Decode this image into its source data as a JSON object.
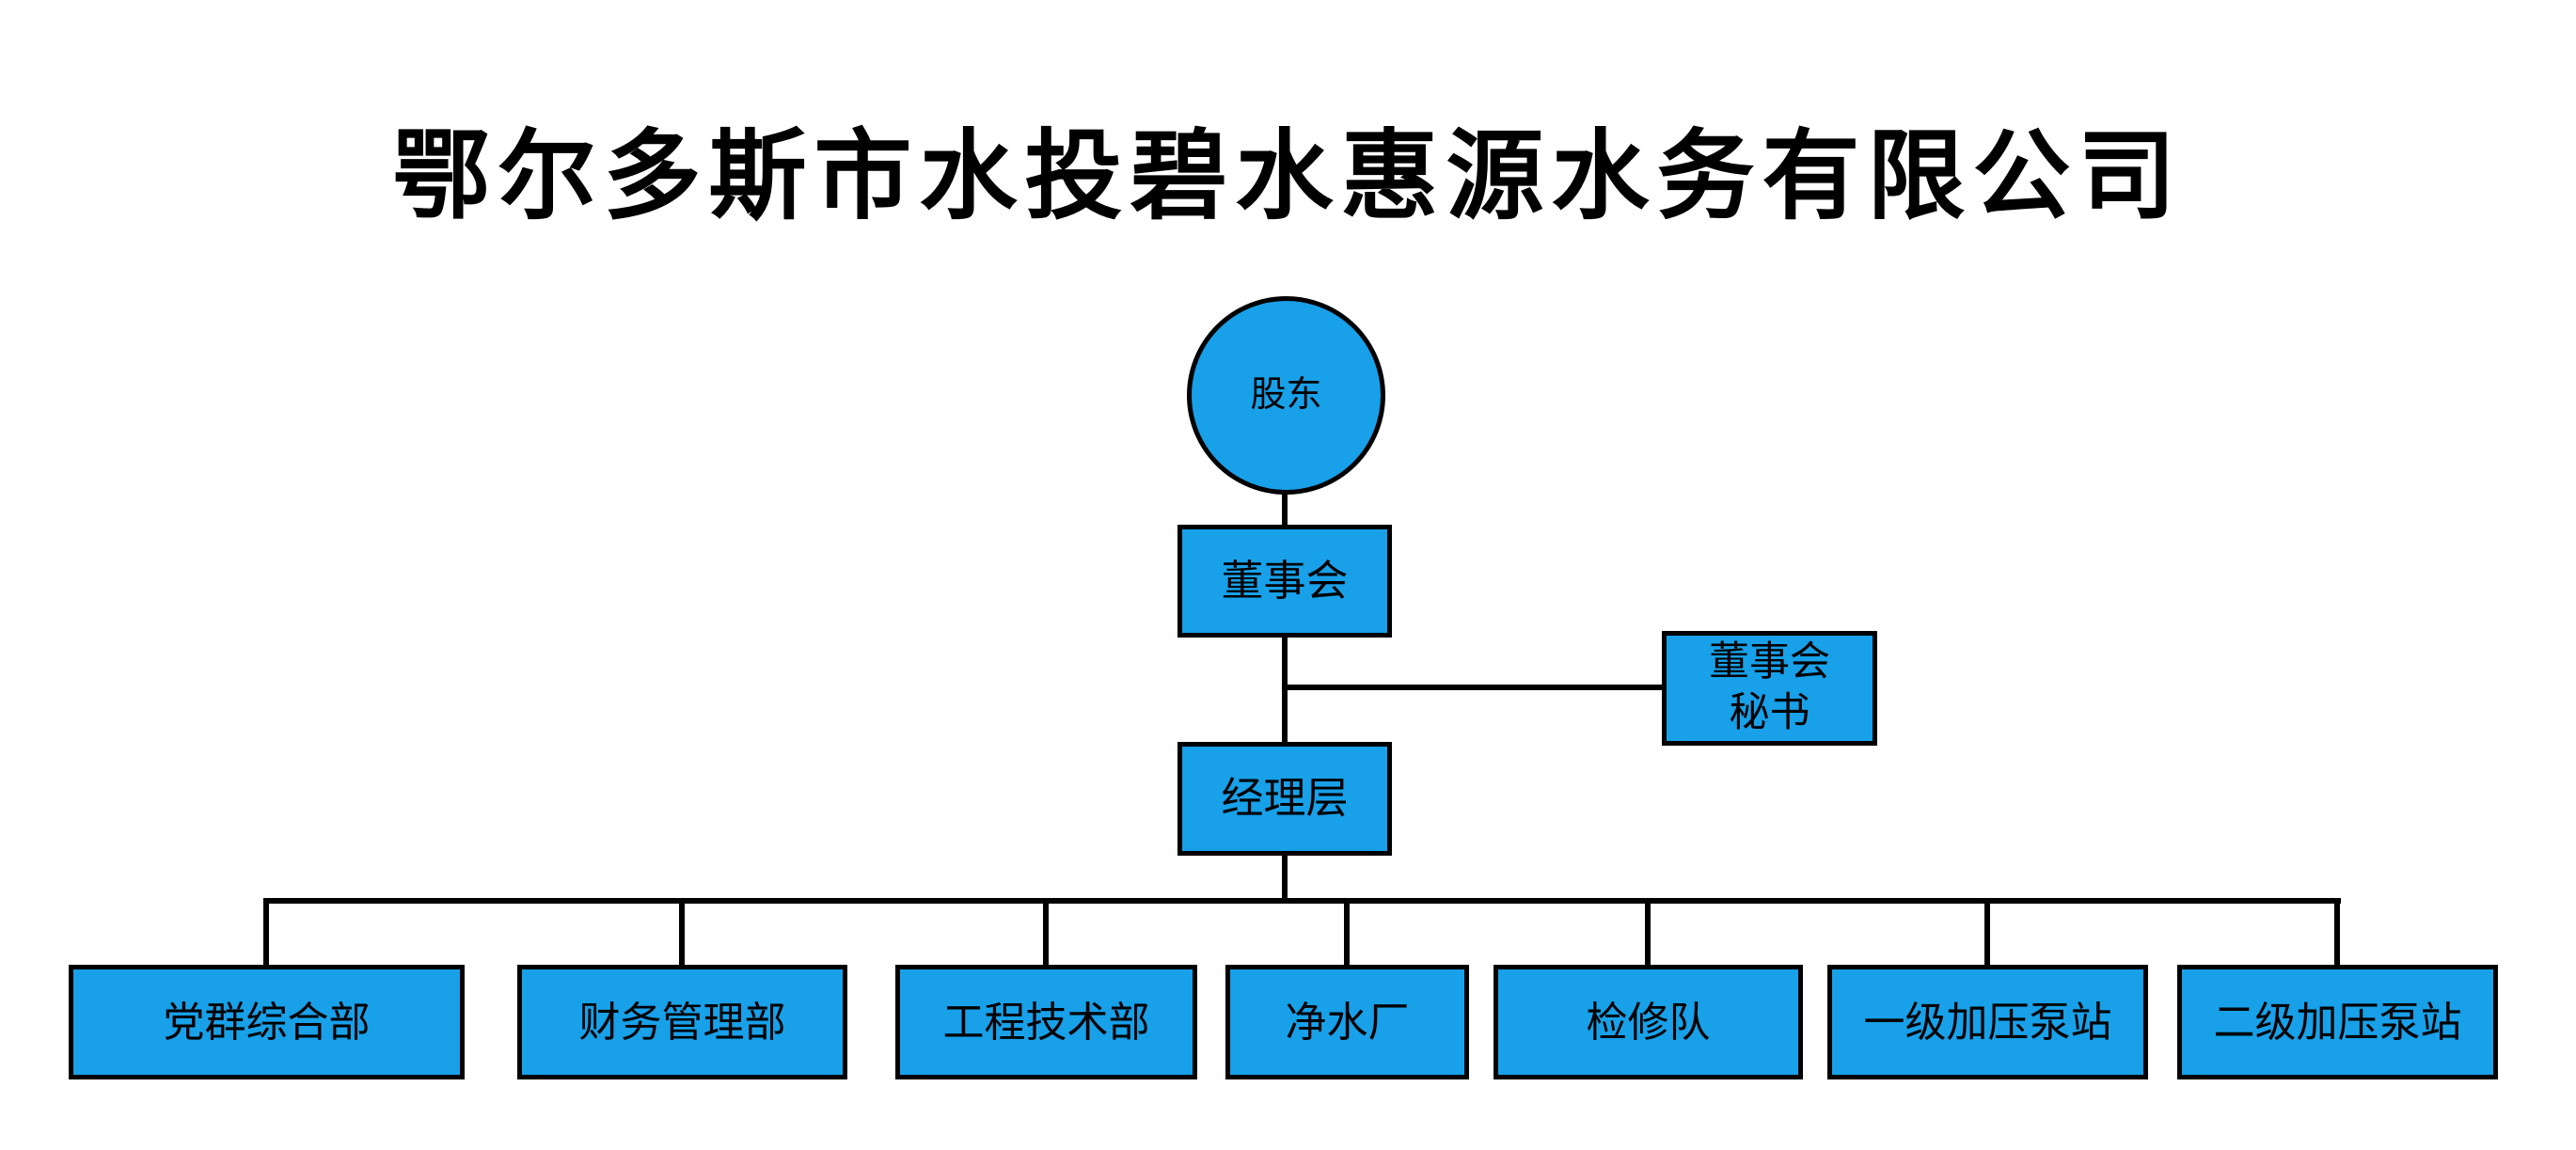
{
  "title": "鄂尔多斯市水投碧水惠源水务有限公司",
  "colors": {
    "node_fill": "#18A0E8",
    "node_border": "#000000",
    "connector": "#000000",
    "background": "#FFFFFF",
    "title_text": "#000000"
  },
  "org": {
    "shareholder": {
      "label": "股东"
    },
    "board": {
      "label": "董事会"
    },
    "board_secretary": {
      "label": "董事会秘书",
      "lines": [
        "董事会",
        "秘书"
      ]
    },
    "management": {
      "label": "经理层"
    },
    "departments": [
      {
        "label": "党群综合部"
      },
      {
        "label": "财务管理部"
      },
      {
        "label": "工程技术部"
      },
      {
        "label": "净水厂"
      },
      {
        "label": "检修队"
      },
      {
        "label": "一级加压泵站"
      },
      {
        "label": "二级加压泵站"
      }
    ]
  }
}
